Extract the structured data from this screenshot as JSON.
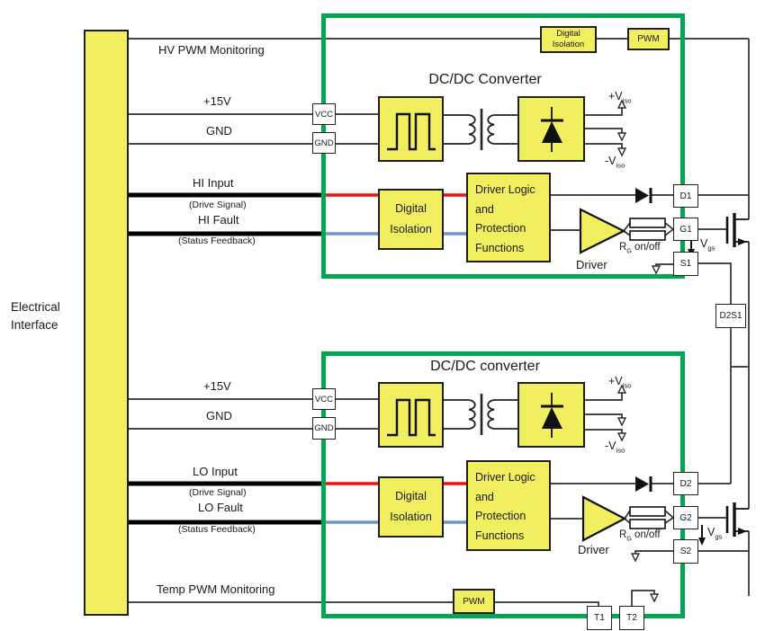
{
  "colors": {
    "isolation_frame_green": "#00a651",
    "block_yellow": "#f1ee5f",
    "drive_signal_red": "#ee1111",
    "status_feedback_blue": "#6e97ca"
  },
  "electrical_interface": {
    "line1": "Electrical",
    "line2": "Interface"
  },
  "top_monitor": {
    "label": "HV PWM Monitoring",
    "di_line1": "Digital",
    "di_line2": "Isolation",
    "pwm": "PWM"
  },
  "hv_channel": {
    "dcdc_title": "DC/DC Converter",
    "supply_label": "+15V",
    "ground_label": "GND",
    "vcc_pin": "VCC",
    "gnd_pin": "GND",
    "viso_plus": "+V",
    "viso_minus": "-V",
    "viso_sub": "iso",
    "input_label": "HI Input",
    "input_sub": "(Drive Signal)",
    "fault_label": "HI Fault",
    "fault_sub": "(Status Feedback)",
    "di_line1": "Digital",
    "di_line2": "Isolation",
    "driver_logic_lines": [
      "Driver Logic",
      "and",
      "Protection",
      "Functions"
    ],
    "driver_label": "Driver",
    "rg_main": "R",
    "rg_sub": "G",
    "rg_rest": " on/off",
    "vgs_main": "V",
    "vgs_sub": "gs",
    "drain_pin": "D1",
    "gate_pin": "G1",
    "source_pin": "S1"
  },
  "lv_channel": {
    "dcdc_title": "DC/DC converter",
    "supply_label": "+15V",
    "ground_label": "GND",
    "vcc_pin": "VCC",
    "gnd_pin": "GND",
    "viso_plus": "+V",
    "viso_minus": "-V",
    "viso_sub": "iso",
    "input_label": "LO Input",
    "input_sub": "(Drive Signal)",
    "fault_label": "LO Fault",
    "fault_sub": "(Status Feedback)",
    "di_line1": "Digital",
    "di_line2": "Isolation",
    "driver_logic_lines": [
      "Driver Logic",
      "and",
      "Protection",
      "Functions"
    ],
    "driver_label": "Driver",
    "rg_main": "R",
    "rg_sub": "G",
    "rg_rest": " on/off",
    "vgs_main": "V",
    "vgs_sub": "gs",
    "drain_pin": "D2",
    "gate_pin": "G2",
    "source_pin": "S2"
  },
  "midpoint_pin": "D2S1",
  "bottom_monitor": {
    "label": "Temp PWM Monitoring",
    "pwm": "PWM",
    "t1_pin": "T1",
    "t2_pin": "T2"
  }
}
